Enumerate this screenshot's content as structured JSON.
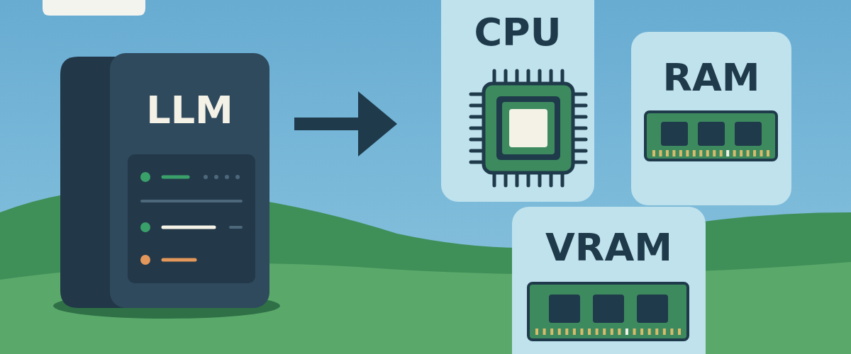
{
  "diagram": {
    "nodes": [
      {
        "text": [
          "LLM"
        ]
      },
      {
        "text": [
          "CPU"
        ]
      },
      {
        "text": [
          "RAM"
        ]
      },
      {
        "text": [
          "VRAM"
        ]
      }
    ],
    "edges": [
      {
        "from": 0,
        "to": 1,
        "arrow": "to"
      }
    ]
  }
}
